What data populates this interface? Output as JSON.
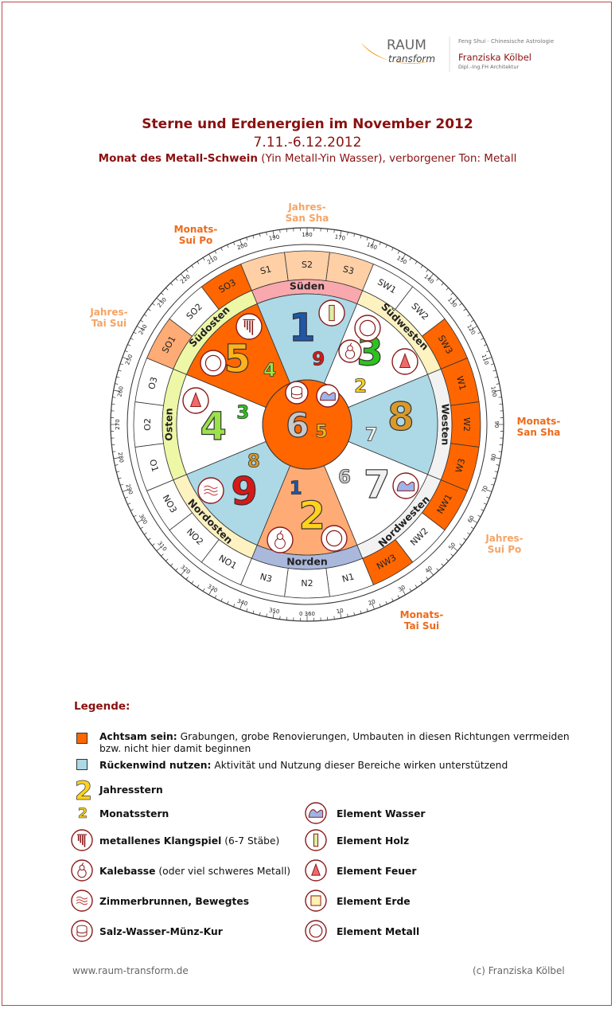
{
  "logo": {
    "brand_top": "RAUM",
    "brand_bottom": "transform",
    "line1": "Feng Shui · Chinesische Astrologie",
    "name": "Franziska Kölbel",
    "line3": "Dipl.-Ing.FH Architektur"
  },
  "header": {
    "title": "Sterne und Erdenergien im November 2012",
    "dates": "7.11.-6.12.2012",
    "subtitle_bold": "Monat des Metall-Schwein",
    "subtitle_rest": " (Yin Metall-Yin Wasser), verborgener Ton: Metall"
  },
  "colors": {
    "danger": "#ff6600",
    "danger_light": "#ffab75",
    "peach": "#ffcfa6",
    "tailwind": "#add8e6",
    "south": "#f9a8ae",
    "north": "#aab8dc",
    "yellow_ring": "#eef7a6",
    "cream_ring": "#fdf2c0",
    "grey_ring": "#f2f2f2",
    "title": "#8a1010"
  },
  "wheel": {
    "directions": [
      {
        "label": "Süden",
        "start": -22.5
      },
      {
        "label": "Südwesten",
        "start": 22.5
      },
      {
        "label": "Westen",
        "start": 67.5
      },
      {
        "label": "Nordwesten",
        "start": 112.5
      },
      {
        "label": "Norden",
        "start": 157.5
      },
      {
        "label": "Nordosten",
        "start": 202.5
      },
      {
        "label": "Osten",
        "start": 247.5
      },
      {
        "label": "Südosten",
        "start": 292.5
      }
    ],
    "mountains": [
      "S1",
      "S2",
      "S3",
      "SW1",
      "SW2",
      "SW3",
      "W1",
      "W2",
      "W3",
      "NW1",
      "NW2",
      "NW3",
      "N1",
      "N2",
      "N3",
      "NO1",
      "NO2",
      "NO3",
      "O1",
      "O2",
      "O3",
      "SO1",
      "SO2",
      "SO3"
    ],
    "mountain_fill": [
      "peach",
      "peach",
      "peach",
      "white",
      "white",
      "danger",
      "danger",
      "danger",
      "danger",
      "danger",
      "white",
      "danger",
      "white",
      "white",
      "white",
      "white",
      "white",
      "white",
      "white",
      "white",
      "white",
      "danger_light",
      "white",
      "danger"
    ],
    "center": {
      "year_star": "6",
      "month_star": "5"
    },
    "palaces": [
      {
        "dir": "S",
        "year_star": "1",
        "month_star": "9",
        "fill": "tailwind",
        "element": "wood"
      },
      {
        "dir": "SW",
        "year_star": "3",
        "month_star": "2",
        "fill": "white",
        "element": "fire",
        "cure": "gourd",
        "element2": "metal"
      },
      {
        "dir": "W",
        "year_star": "8",
        "month_star": "7",
        "fill": "tailwind"
      },
      {
        "dir": "NW",
        "year_star": "7",
        "month_star": "6",
        "fill": "white",
        "element": "water"
      },
      {
        "dir": "N",
        "year_star": "2",
        "month_star": "1",
        "fill": "danger_light",
        "cure": "gourd",
        "element": "metal"
      },
      {
        "dir": "NO",
        "year_star": "9",
        "month_star": "8",
        "fill": "tailwind",
        "cure": "fountain"
      },
      {
        "dir": "O",
        "year_star": "4",
        "month_star": "3",
        "fill": "white",
        "element": "fire"
      },
      {
        "dir": "SO",
        "year_star": "5",
        "month_star": "4",
        "fill": "danger",
        "cure": "chime",
        "element": "metal"
      }
    ],
    "annotations": [
      {
        "line1": "Jahres-",
        "line2": "San Sha",
        "tone": "light"
      },
      {
        "line1": "Monats-",
        "line2": "Sui Po",
        "tone": "dark"
      },
      {
        "line1": "Jahres-",
        "line2": "Tai Sui",
        "tone": "light"
      },
      {
        "line1": "Monats-",
        "line2": "San Sha",
        "tone": "dark"
      },
      {
        "line1": "Jahres-",
        "line2": "Sui Po",
        "tone": "light"
      },
      {
        "line1": "Monats-",
        "line2": "Tai Sui",
        "tone": "dark"
      }
    ]
  },
  "legend": {
    "title": "Legende:",
    "achtsam_bold": "Achtsam sein:",
    "achtsam_text": " Grabungen, grobe Renovierungen, Umbauten in diesen Richtungen verrmeiden",
    "achtsam_text2": "bzw. nicht hier damit beginnen",
    "rueckenwind_bold": "Rückenwind nutzen:",
    "rueckenwind_text": " Aktivität und Nutzung dieser Bereiche wirken unterstützend",
    "jahresstern": "Jahresstern",
    "monatsstern": "Monatsstern",
    "star_example": "2",
    "chime_bold": "metallenes Klangspiel",
    "chime_rest": " (6-7 Stäbe)",
    "gourd_bold": "Kalebasse",
    "gourd_rest": " (oder viel schweres Metall)",
    "fountain": "Zimmerbrunnen, Bewegtes",
    "salt": "Salz-Wasser-Münz-Kur",
    "water": "Element Wasser",
    "wood": "Element Holz",
    "fire": "Element Feuer",
    "earth": "Element Erde",
    "metal": "Element Metall"
  },
  "footer": {
    "url": "www.raum-transform.de",
    "copyright": "(c) Franziska Kölbel"
  }
}
